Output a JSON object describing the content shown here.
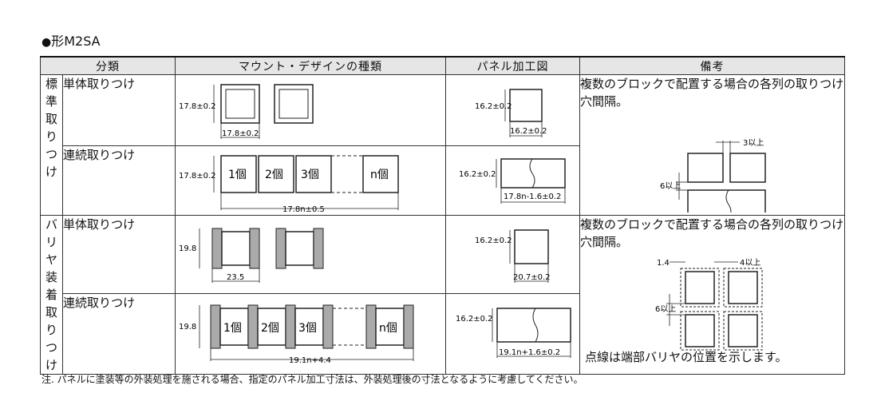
{
  "title": "形M2SA",
  "headers": {
    "category": "分類",
    "mount": "マウント・デザインの種類",
    "panel": "パネル加工図",
    "remarks": "備考"
  },
  "groups": [
    {
      "label": [
        "標",
        "準",
        "取",
        "り",
        "つ",
        "け"
      ]
    },
    {
      "label": [
        "バ",
        "リ",
        "ヤ",
        "装",
        "着",
        "取",
        "り",
        "つ",
        "け"
      ]
    }
  ],
  "rows": [
    {
      "type": "単体取りつけ",
      "mount_dims": [
        "17.8±0.2",
        "17.8±0.2"
      ],
      "panel_dims": [
        "16.2±0.2",
        "16.2±0.2"
      ]
    },
    {
      "type": "連続取りつけ",
      "mount_dims": [
        "17.8±0.2",
        "17.8n±0.5"
      ],
      "blocks": [
        "1個",
        "2個",
        "3個",
        "n個"
      ],
      "panel_dims": [
        "16.2±0.2",
        "17.8n-1.6±0.2"
      ]
    },
    {
      "type": "単体取りつけ",
      "mount_dims": [
        "19.8",
        "23.5"
      ],
      "panel_dims": [
        "16.2±0.2",
        "20.7±0.2"
      ]
    },
    {
      "type": "連続取りつけ",
      "mount_dims": [
        "19.8",
        "19.1n+4.4"
      ],
      "blocks": [
        "1個",
        "2個",
        "3個",
        "n個"
      ],
      "panel_dims": [
        "16.2±0.2",
        "19.1n+1.6±0.2"
      ]
    }
  ],
  "remarks": {
    "standard": "複数のブロックで配置する場合の各列の取りつけ穴間隔。",
    "standard_dims": [
      "3以上",
      "6以上"
    ],
    "barrier": "複数のブロックで配置する場合の各列の取りつけ穴間隔。",
    "barrier_dims": [
      "1.4",
      "4以上",
      "6以上"
    ],
    "barrier_note": "点線は端部バリヤの位置を示します。"
  },
  "footnote": "注. パネルに塗装等の外装処理を施される場合、指定のパネル加工寸法は、外装処理後の寸法となるように考慮してください。"
}
